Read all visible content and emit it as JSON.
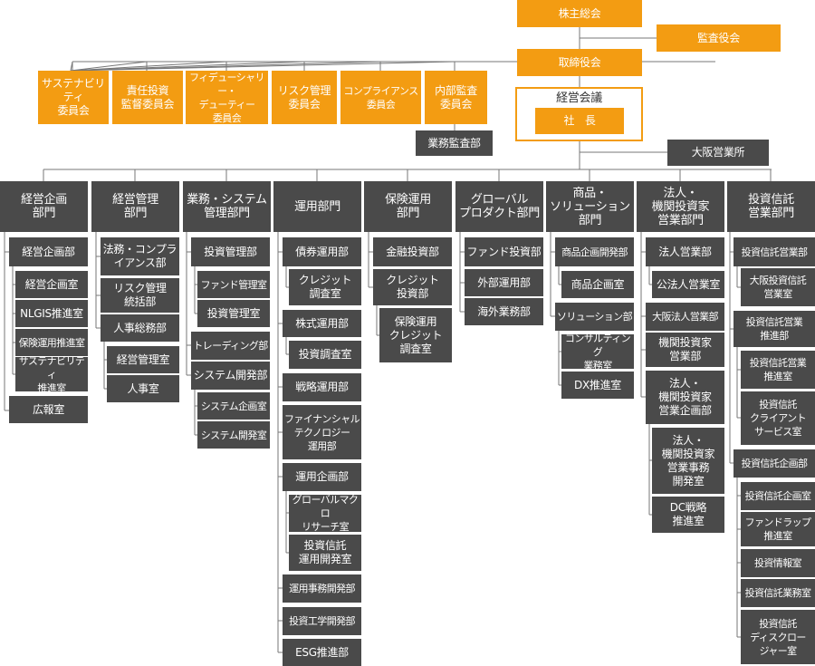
{
  "colors": {
    "governance": "#f39c12",
    "department": "#4a4a4a",
    "line": "#777777"
  },
  "top": {
    "shareholders": "株主総会",
    "auditors": "監査役会",
    "board": "取締役会",
    "management": "経営会議",
    "president": "社　長",
    "internal_audit": "業務監査部",
    "osaka_office": "大阪営業所"
  },
  "committees": [
    "サステナビリティ\n委員会",
    "責任投資\n監督委員会",
    "フィデューシャリー・\nデューティー\n委員会",
    "リスク管理\n委員会",
    "コンプライアンス\n委員会",
    "内部監査\n委員会"
  ],
  "divisions": [
    {
      "name": "経営企画\n部門",
      "units": [
        {
          "name": "経営企画部",
          "subs": [
            "経営企画室",
            "NLGIS推進室",
            "保険運用推進室",
            "サステナビリティ\n推進室"
          ]
        },
        {
          "name": "広報室",
          "subs": []
        }
      ]
    },
    {
      "name": "経営管理\n部門",
      "units": [
        {
          "name": "法務・コンプラ\nイアンス部",
          "subs": []
        },
        {
          "name": "リスク管理\n統括部",
          "subs": []
        },
        {
          "name": "人事総務部",
          "subs": [
            "経営管理室",
            "人事室"
          ]
        }
      ]
    },
    {
      "name": "業務・システム\n管理部門",
      "units": [
        {
          "name": "投資管理部",
          "subs": [
            "ファンド管理室",
            "投資管理室"
          ]
        },
        {
          "name": "トレーディング部",
          "subs": []
        },
        {
          "name": "システム開発部",
          "subs": [
            "システム企画室",
            "システム開発室"
          ]
        }
      ]
    },
    {
      "name": "運用部門",
      "units": [
        {
          "name": "債券運用部",
          "subs": [
            "クレジット\n調査室"
          ]
        },
        {
          "name": "株式運用部",
          "subs": [
            "投資調査室"
          ]
        },
        {
          "name": "戦略運用部",
          "subs": []
        },
        {
          "name": "ファイナンシャル\nテクノロジー\n運用部",
          "subs": []
        },
        {
          "name": "運用企画部",
          "subs": [
            "グローバルマクロ\nリサーチ室",
            "投資信託\n運用開発室"
          ]
        },
        {
          "name": "運用事務開発部",
          "subs": []
        },
        {
          "name": "投資工学開発部",
          "subs": []
        },
        {
          "name": "ESG推進部",
          "subs": []
        }
      ]
    },
    {
      "name": "保険運用\n部門",
      "units": [
        {
          "name": "金融投資部",
          "subs": []
        },
        {
          "name": "クレジット\n投資部",
          "subs": [
            "保険運用\nクレジット\n調査室"
          ]
        }
      ]
    },
    {
      "name": "グローバル\nプロダクト部門",
      "units": [
        {
          "name": "ファンド投資部",
          "subs": []
        },
        {
          "name": "外部運用部",
          "subs": []
        },
        {
          "name": "海外業務部",
          "subs": []
        }
      ]
    },
    {
      "name": "商品・\nソリューション\n部門",
      "units": [
        {
          "name": "商品企画開発部",
          "subs": [
            "商品企画室"
          ]
        },
        {
          "name": "ソリューション部",
          "subs": [
            "コンサルティング\n業務室",
            "DX推進室"
          ]
        }
      ]
    },
    {
      "name": "法人・\n機関投資家\n営業部門",
      "units": [
        {
          "name": "法人営業部",
          "subs": [
            "公法人営業室"
          ]
        },
        {
          "name": "大阪法人営業部",
          "subs": []
        },
        {
          "name": "機関投資家\n営業部",
          "subs": []
        },
        {
          "name": "法人・\n機関投資家\n営業企画部",
          "subs": [
            "法人・\n機関投資家\n営業事務\n開発室",
            "DC戦略\n推進室"
          ]
        }
      ]
    },
    {
      "name": "投資信託\n営業部門",
      "units": [
        {
          "name": "投資信託営業部",
          "subs": [
            "大阪投資信託\n営業室"
          ]
        },
        {
          "name": "投資信託営業\n推進部",
          "subs": [
            "投資信託営業\n推進室",
            "投資信託\nクライアント\nサービス室"
          ]
        },
        {
          "name": "投資信託企画部",
          "subs": [
            "投資信託企画室",
            "ファンドラップ\n推進室",
            "投資情報室",
            "投資信託業務室",
            "投資信託\nディスクロー\nジャー室"
          ]
        }
      ]
    }
  ]
}
